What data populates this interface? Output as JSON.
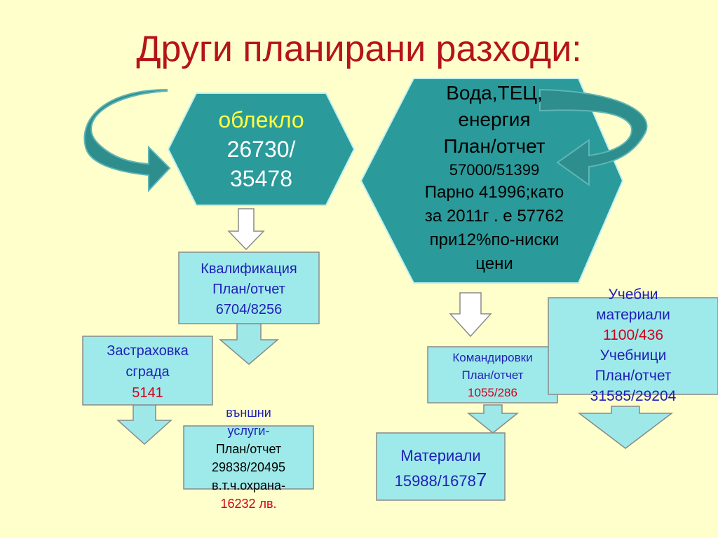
{
  "title": "Други планирани разходи:",
  "colors": {
    "background": "#FFFFCC",
    "title": "#B5141B",
    "hexagon": "#2A9A9A",
    "box": "#9EEAEA",
    "blue_text": "#1F1FB8",
    "red_text": "#D0001A",
    "arrow_teal": "#2E8D8D",
    "arrow_light": "#9EE8E8"
  },
  "hex_left": {
    "label": "облекло",
    "value1": "26730/",
    "value2": "35478"
  },
  "hex_right": {
    "line1": "Вода,ТЕЦ,",
    "line2": "енергия",
    "line3": "План/отчет",
    "line4": "57000/51399",
    "line5": "Парно 41996;като",
    "line6": "за 2011г . е 57762",
    "line7": "при12%по-ниски",
    "line8": "цени"
  },
  "box_kvalifikacia": {
    "line1": "Квалификация",
    "line2": "План/отчет",
    "line3": "6704/8256"
  },
  "box_zastrahovka": {
    "line1": "Застраховка",
    "line2": "сграда",
    "line3": "5141"
  },
  "box_vanshni": {
    "line1": "външни",
    "line2": "услуги-",
    "line3": "План/отчет",
    "line4": "29838/20495",
    "line5": "в.т.ч.охрана-",
    "line6": "16232 лв."
  },
  "box_komandirovki": {
    "line1": "Командировки",
    "line2": "План/отчет",
    "line3": "1055/286"
  },
  "box_materiali": {
    "line1": "Материали",
    "line2": "15988/1678",
    "line2_end": "7"
  },
  "box_uchebni": {
    "line1": "Учебни",
    "line2": "материали",
    "line3": "1100/436",
    "line4": "Учебници",
    "line5": "План/отчет",
    "line6": "31585/29204"
  }
}
